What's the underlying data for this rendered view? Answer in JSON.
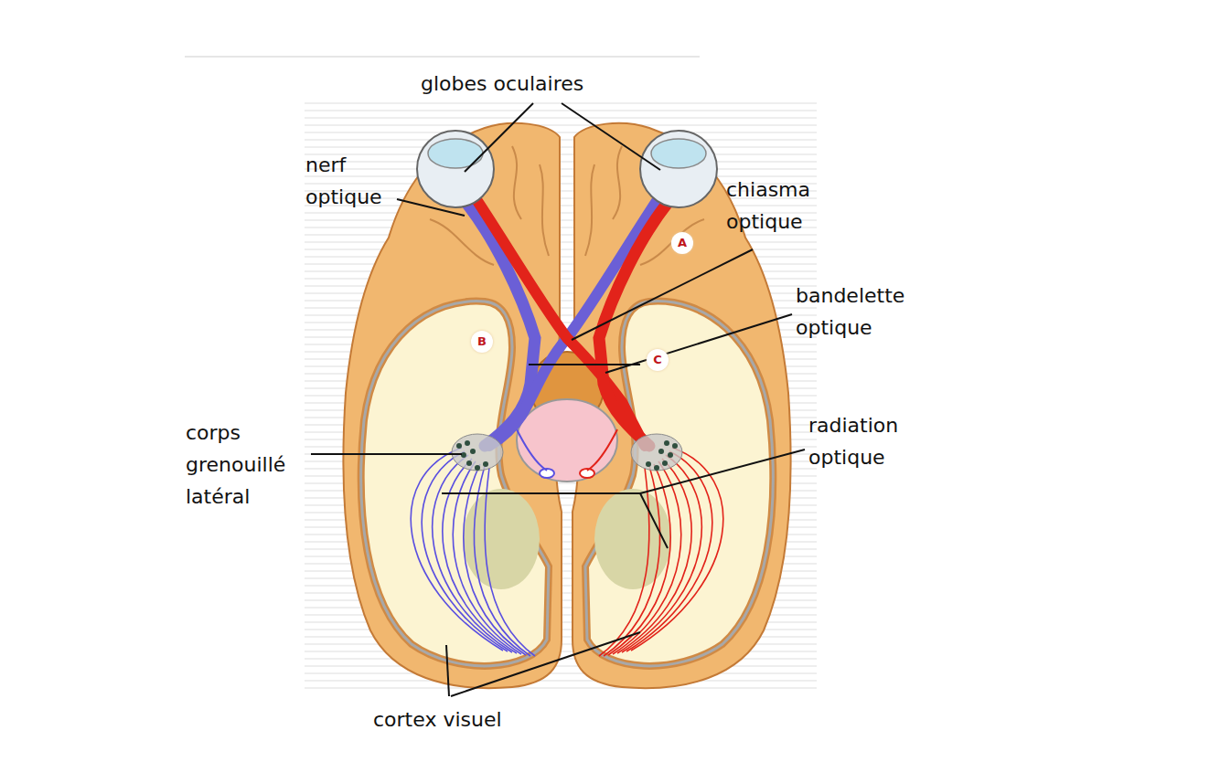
{
  "diagram": {
    "labels": [
      "globes oculaires",
      "nerf optique",
      "chiasma optique",
      "bandelette optique",
      "corps grenouillé latéral",
      "radiation optique",
      "cortex visuel",
      "A",
      "B",
      "C"
    ]
  }
}
